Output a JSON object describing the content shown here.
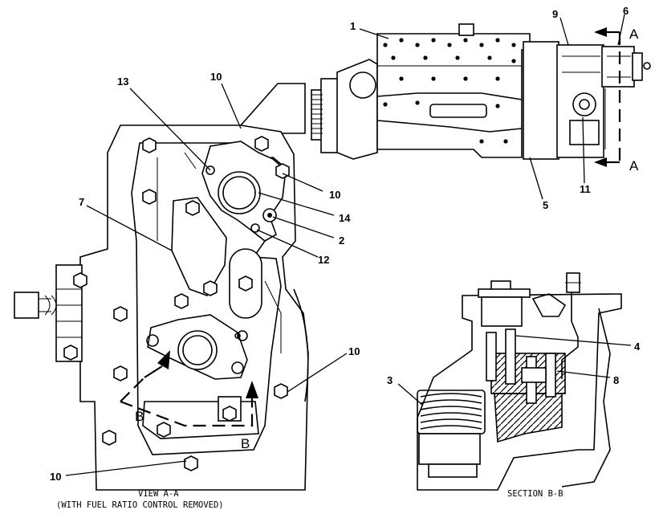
{
  "captions": {
    "view_aa_line1": "VIEW A-A",
    "view_aa_line2": "(WITH FUEL RATIO CONTROL REMOVED)",
    "section_bb": "SECTION B-B"
  },
  "section_marks": {
    "a_top": "A",
    "a_bottom": "A",
    "b_left": "B",
    "b_right": "B"
  },
  "callouts": {
    "c1": "1",
    "c2": "2",
    "c3": "3",
    "c4": "4",
    "c5": "5",
    "c6": "6",
    "c7": "7",
    "c8": "8",
    "c9": "9",
    "c10_top": "10",
    "c10_right_upper": "10",
    "c10_right_lower": "10",
    "c10_bottom": "10",
    "c11": "11",
    "c12": "12",
    "c13": "13",
    "c14": "14"
  }
}
